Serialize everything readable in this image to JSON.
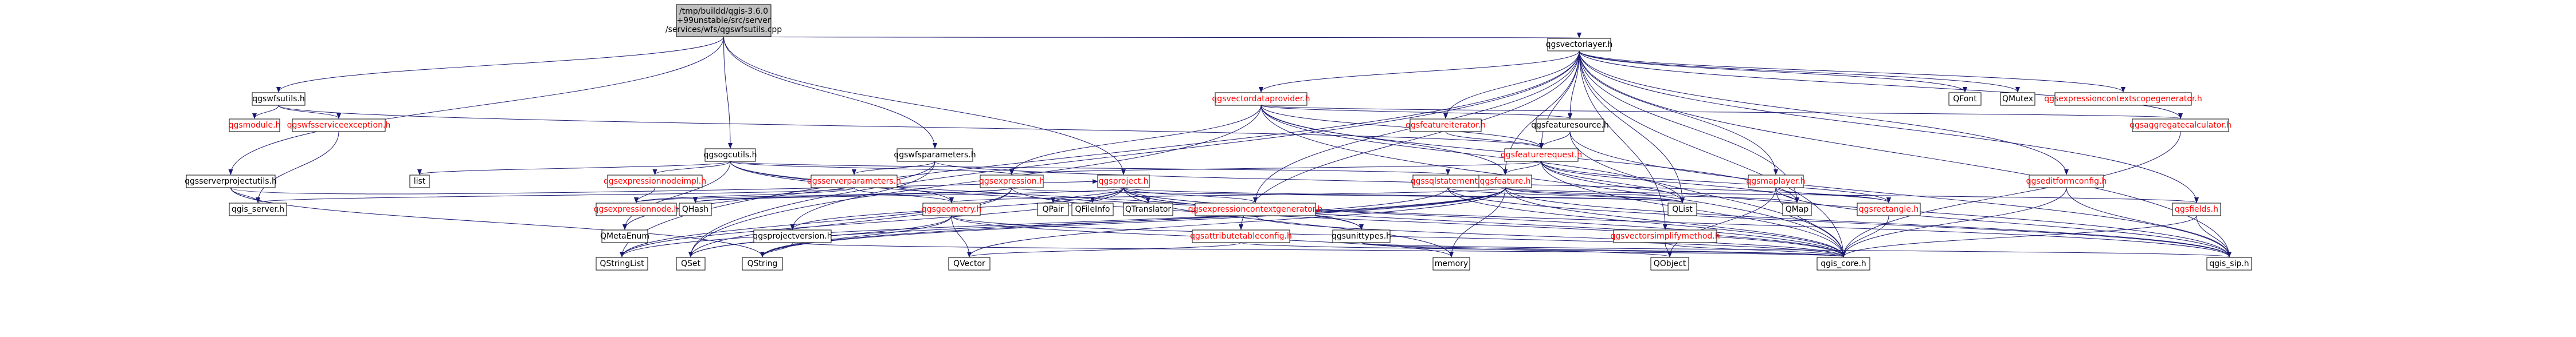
{
  "root": {
    "id": "root",
    "lines": [
      "/tmp/buildd/qgis-3.6.0",
      "+99unstable/src/server",
      "/services/wfs/qgswfsutils.cpp"
    ]
  },
  "colors": {
    "edge": "#191970",
    "root_fill": "#bfbfbf",
    "node_fill": "#ffffff",
    "text": "#000000",
    "red_text": "#ff0000"
  },
  "nodes": [
    {
      "id": "qgsvectorlayer",
      "label": "qgsvectorlayer.h",
      "red": false
    },
    {
      "id": "qgswfsutils",
      "label": "qgswfsutils.h",
      "red": false
    },
    {
      "id": "qgsogcutils",
      "label": "qgsogcutils.h",
      "red": false
    },
    {
      "id": "qgswfsparameters",
      "label": "qgswfsparameters.h",
      "red": false
    },
    {
      "id": "qgsvectordataprovider",
      "label": "qgsvectordataprovider.h",
      "red": true
    },
    {
      "id": "qfont",
      "label": "QFont",
      "red": false
    },
    {
      "id": "qmutex",
      "label": "QMutex",
      "red": false
    },
    {
      "id": "qgsexpressioncontextscopegenerator",
      "label": "qgsexpressioncontextscopegenerator.h",
      "red": true
    },
    {
      "id": "qgsmodule",
      "label": "qgsmodule.h",
      "red": true
    },
    {
      "id": "qgswfsserviceexception",
      "label": "qgswfsserviceexception.h",
      "red": true
    },
    {
      "id": "qgsfeatureiterator",
      "label": "qgsfeatureiterator.h",
      "red": true
    },
    {
      "id": "qgsfeaturesource",
      "label": "qgsfeaturesource.h",
      "red": false
    },
    {
      "id": "qgsaggregatecalculator",
      "label": "qgsaggregatecalculator.h",
      "red": true
    },
    {
      "id": "qgsfeaturerequest",
      "label": "qgsfeaturerequest.h",
      "red": true
    },
    {
      "id": "qgsserverprojectutils",
      "label": "qgsserverprojectutils.h",
      "red": false
    },
    {
      "id": "list",
      "label": "list",
      "red": false
    },
    {
      "id": "qgsexpressionnodeimpl",
      "label": "qgsexpressionnodeimpl.h",
      "red": true
    },
    {
      "id": "qgsserverparameters",
      "label": "qgsserverparameters.h",
      "red": true
    },
    {
      "id": "qgsexpression",
      "label": "qgsexpression.h",
      "red": true
    },
    {
      "id": "qgsproject",
      "label": "qgsproject.h",
      "red": true
    },
    {
      "id": "qgssqlstatement",
      "label": "qgssqlstatement.h",
      "red": true
    },
    {
      "id": "qgsfeature",
      "label": "qgsfeature.h",
      "red": true
    },
    {
      "id": "qgsmaplayer",
      "label": "qgsmaplayer.h",
      "red": true
    },
    {
      "id": "qgseditformconfig",
      "label": "qgseditformconfig.h",
      "red": true
    },
    {
      "id": "qgis_server",
      "label": "qgis_server.h",
      "red": false
    },
    {
      "id": "qgsexpressionnode",
      "label": "qgsexpressionnode.h",
      "red": true
    },
    {
      "id": "qhash",
      "label": "QHash",
      "red": false
    },
    {
      "id": "qgsgeometry",
      "label": "qgsgeometry.h",
      "red": true
    },
    {
      "id": "qpair",
      "label": "QPair",
      "red": false
    },
    {
      "id": "qfileinfo",
      "label": "QFileInfo",
      "red": false
    },
    {
      "id": "qtranslator",
      "label": "QTranslator",
      "red": false
    },
    {
      "id": "qgsexpressioncontextgenerator",
      "label": "qgsexpressioncontextgenerator.h",
      "red": true
    },
    {
      "id": "qlist",
      "label": "QList",
      "red": false
    },
    {
      "id": "qmap",
      "label": "QMap",
      "red": false
    },
    {
      "id": "qgsrectangle",
      "label": "qgsrectangle.h",
      "red": true
    },
    {
      "id": "qgsfields",
      "label": "qgsfields.h",
      "red": true
    },
    {
      "id": "qmetaenum",
      "label": "QMetaEnum",
      "red": false
    },
    {
      "id": "qgsprojectversion",
      "label": "qgsprojectversion.h",
      "red": false
    },
    {
      "id": "qgsattributetableconfig",
      "label": "qgsattributetableconfig.h",
      "red": true
    },
    {
      "id": "qgsunittypes",
      "label": "qgsunittypes.h",
      "red": false
    },
    {
      "id": "qgsvectorsimplifymethod",
      "label": "qgsvectorsimplifymethod.h",
      "red": true
    },
    {
      "id": "qstringlist",
      "label": "QStringList",
      "red": false
    },
    {
      "id": "qset",
      "label": "QSet",
      "red": false
    },
    {
      "id": "qstring",
      "label": "QString",
      "red": false
    },
    {
      "id": "qvector",
      "label": "QVector",
      "red": false
    },
    {
      "id": "memory",
      "label": "memory",
      "red": false
    },
    {
      "id": "qobject",
      "label": "QObject",
      "red": false
    },
    {
      "id": "qgis_core",
      "label": "qgis_core.h",
      "red": false
    },
    {
      "id": "qgis_sip",
      "label": "qgis_sip.h",
      "red": false
    }
  ]
}
